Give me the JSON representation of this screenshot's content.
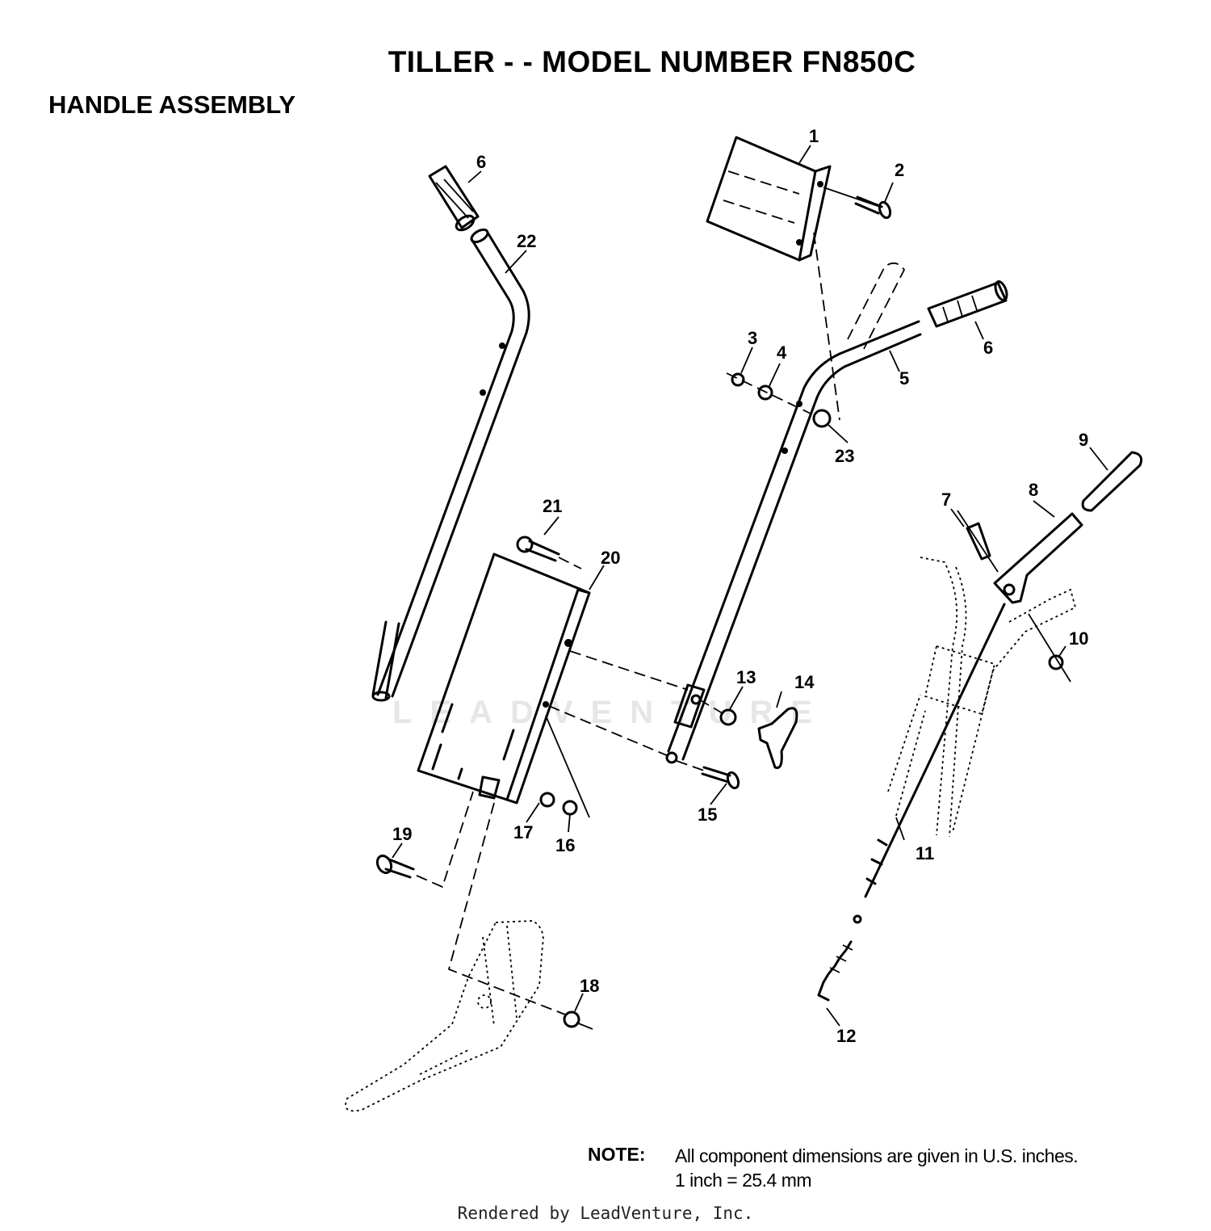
{
  "header": {
    "title": "TILLER - - MODEL NUMBER FN850C",
    "subtitle": "HANDLE ASSEMBLY"
  },
  "diagram": {
    "callouts": [
      "1",
      "2",
      "3",
      "4",
      "5",
      "6",
      "6",
      "7",
      "8",
      "9",
      "10",
      "11",
      "12",
      "13",
      "14",
      "15",
      "16",
      "17",
      "18",
      "19",
      "20",
      "21",
      "22",
      "23"
    ]
  },
  "watermark": "LEADVENTURE",
  "note": {
    "label": "NOTE:",
    "line1": "All component dimensions are given in U.S. inches.",
    "line2": "1 inch = 25.4 mm"
  },
  "footer": "Rendered by LeadVenture, Inc."
}
